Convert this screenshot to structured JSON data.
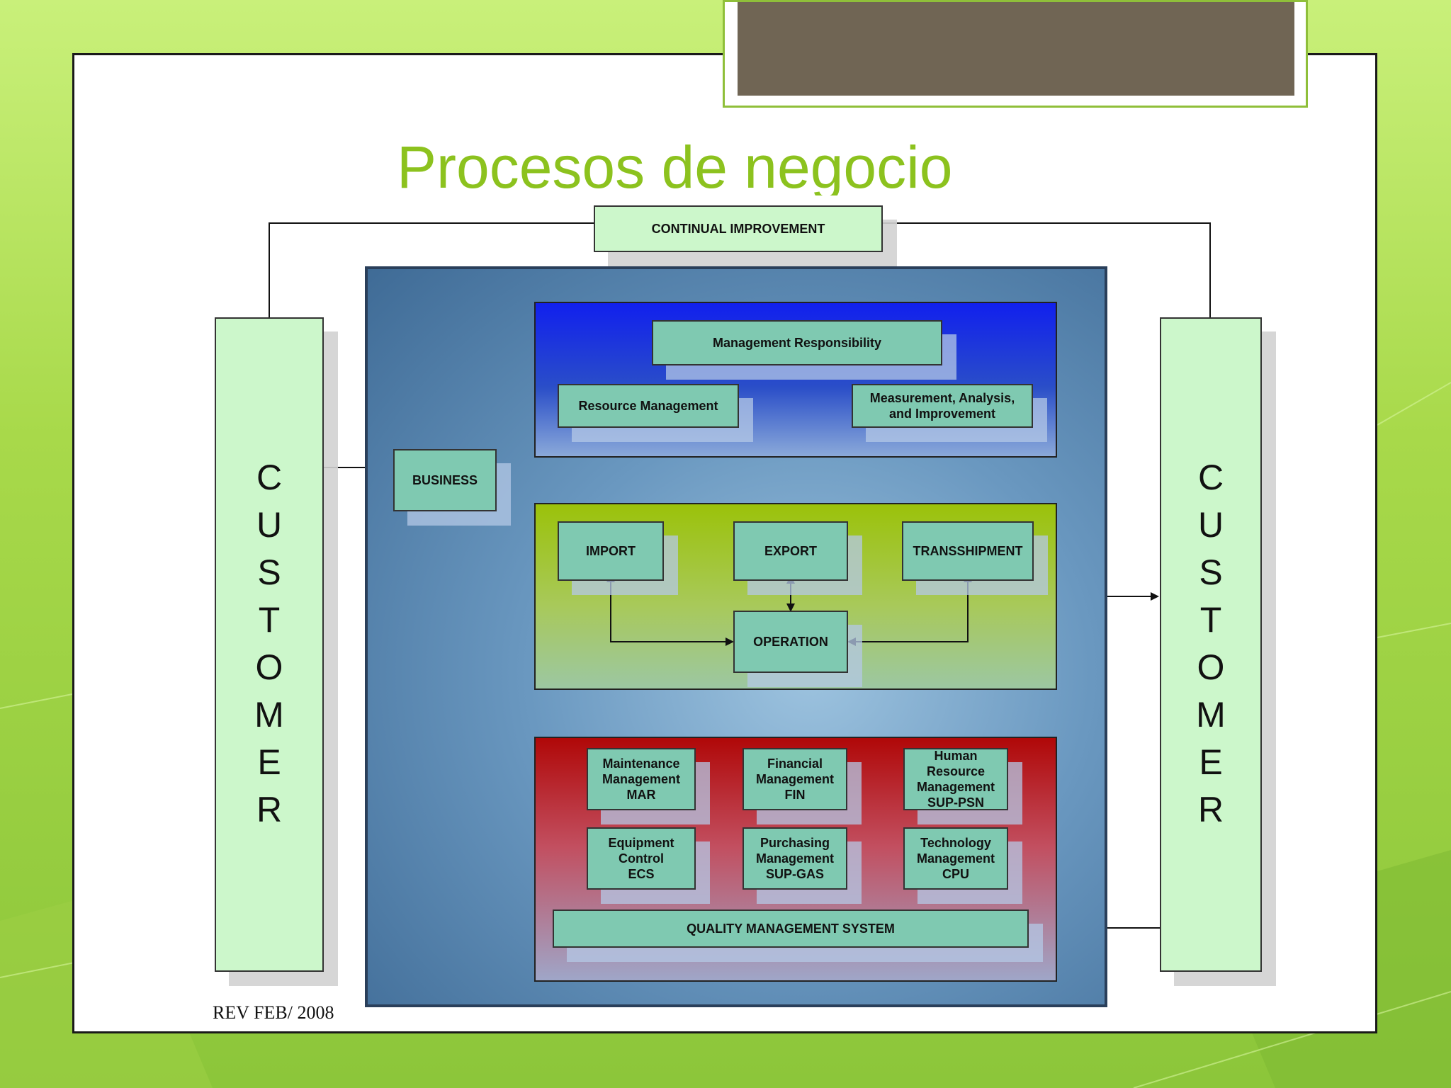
{
  "title": "Procesos de negocio",
  "footer_note": "REV FEB/ 2008",
  "customer_left": [
    "C",
    "U",
    "S",
    "T",
    "O",
    "M",
    "E",
    "R"
  ],
  "customer_right": [
    "C",
    "U",
    "S",
    "T",
    "O",
    "M",
    "E",
    "R"
  ],
  "nodes": {
    "continual_improvement": "CONTINUAL IMPROVEMENT",
    "business": "BUSINESS",
    "management_responsibility": "Management Responsibility",
    "resource_management": "Resource Management",
    "measurement": [
      "Measurement, Analysis,",
      "and Improvement"
    ],
    "import": "IMPORT",
    "export": "EXPORT",
    "transshipment": "TRANSSHIPMENT",
    "operation": "OPERATION",
    "maintenance": [
      "Maintenance",
      "Management",
      "MAR"
    ],
    "financial": [
      "Financial",
      "Management",
      "FIN"
    ],
    "human_resource": [
      "Human",
      "Resource",
      "Management",
      "SUP-PSN"
    ],
    "equipment": [
      "Equipment",
      "Control",
      "ECS"
    ],
    "purchasing": [
      "Purchasing",
      "Management",
      "SUP-GAS"
    ],
    "technology": [
      "Technology",
      "Management",
      "CPU"
    ],
    "quality": "QUALITY MANAGEMENT SYSTEM"
  },
  "colors": {
    "title": "#8cc21e",
    "box_fill": "#7fc9b1",
    "customer_fill": "#ccf7cb",
    "blue_panel": "#1120ee",
    "green_panel": "#9bc20a",
    "red_panel": "#b00808"
  }
}
